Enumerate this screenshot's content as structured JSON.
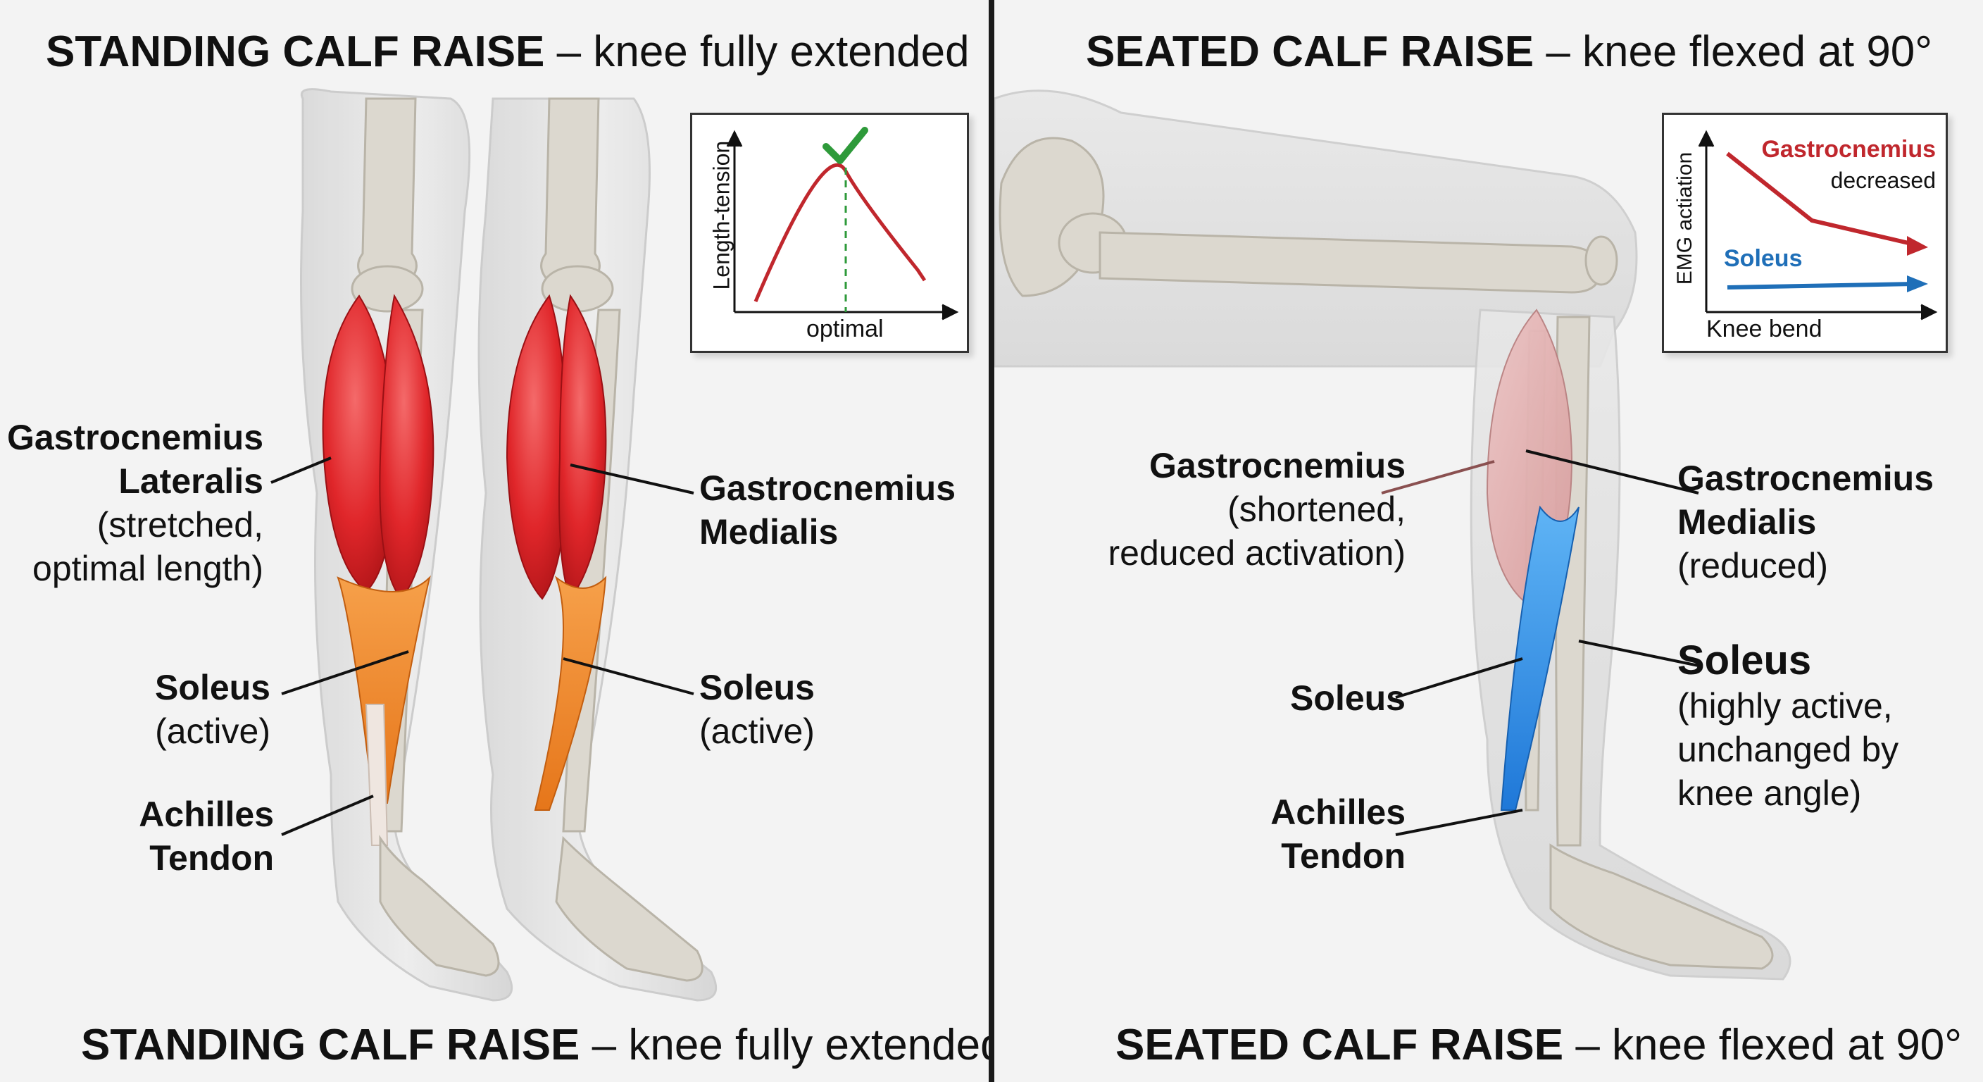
{
  "left": {
    "title_bold": "STANDING CALF RAISE",
    "title_rest": " – knee fully extended",
    "footer_bold": "STANDING CALF RAISE",
    "footer_rest": " – knee fully extended",
    "labels": {
      "gastroc_lat_1": "Gastrocnemius",
      "gastroc_lat_2": "Lateralis",
      "gastroc_lat_3": "(stretched,",
      "gastroc_lat_4": "optimal length)",
      "gastroc_med_1": "Gastrocnemius",
      "gastroc_med_2": "Medialis",
      "soleus_l_1": "Soleus",
      "soleus_l_2": "(active)",
      "soleus_r_1": "Soleus",
      "soleus_r_2": "(active)",
      "achilles_1": "Achilles",
      "achilles_2": "Tendon"
    },
    "inset": {
      "ylabel": "Length-tension",
      "xlabel": "optimal"
    }
  },
  "right": {
    "title_bold": "SEATED CALF RAISE",
    "title_rest": " – knee flexed at 90°",
    "footer_bold": "SEATED CALF RAISE",
    "footer_rest": " – knee flexed at 90°",
    "labels": {
      "gastroc_1": "Gastrocnemius",
      "gastroc_2": "(shortened,",
      "gastroc_3": "reduced activation)",
      "gastroc_med_1": "Gastrocnemius",
      "gastroc_med_2": "Medialis",
      "gastroc_med_3": "(reduced)",
      "soleus_l": "Soleus",
      "soleus_r_1": "Soleus",
      "soleus_r_2": "(highly active,",
      "soleus_r_3": "unchanged by",
      "soleus_r_4": "knee angle)",
      "achilles_1": "Achilles",
      "achilles_2": "Tendon"
    },
    "inset": {
      "ylabel": "EMG actiation",
      "xlabel": "Knee bend",
      "series_gastroc": "Gastrocnemius",
      "series_gastroc_note": "decreased",
      "series_soleus": "Soleus"
    }
  },
  "colors": {
    "gastroc_active": "#e0262a",
    "soleus_active": "#f08a24",
    "gastroc_reduced": "#e3b4b4",
    "soleus_highlight": "#2a8fe8",
    "bone": "#dcd8cf",
    "skin": "#e2e2e2",
    "curve_red": "#c0272d",
    "curve_blue": "#1f6fb8",
    "check_green": "#2e9a3a"
  }
}
